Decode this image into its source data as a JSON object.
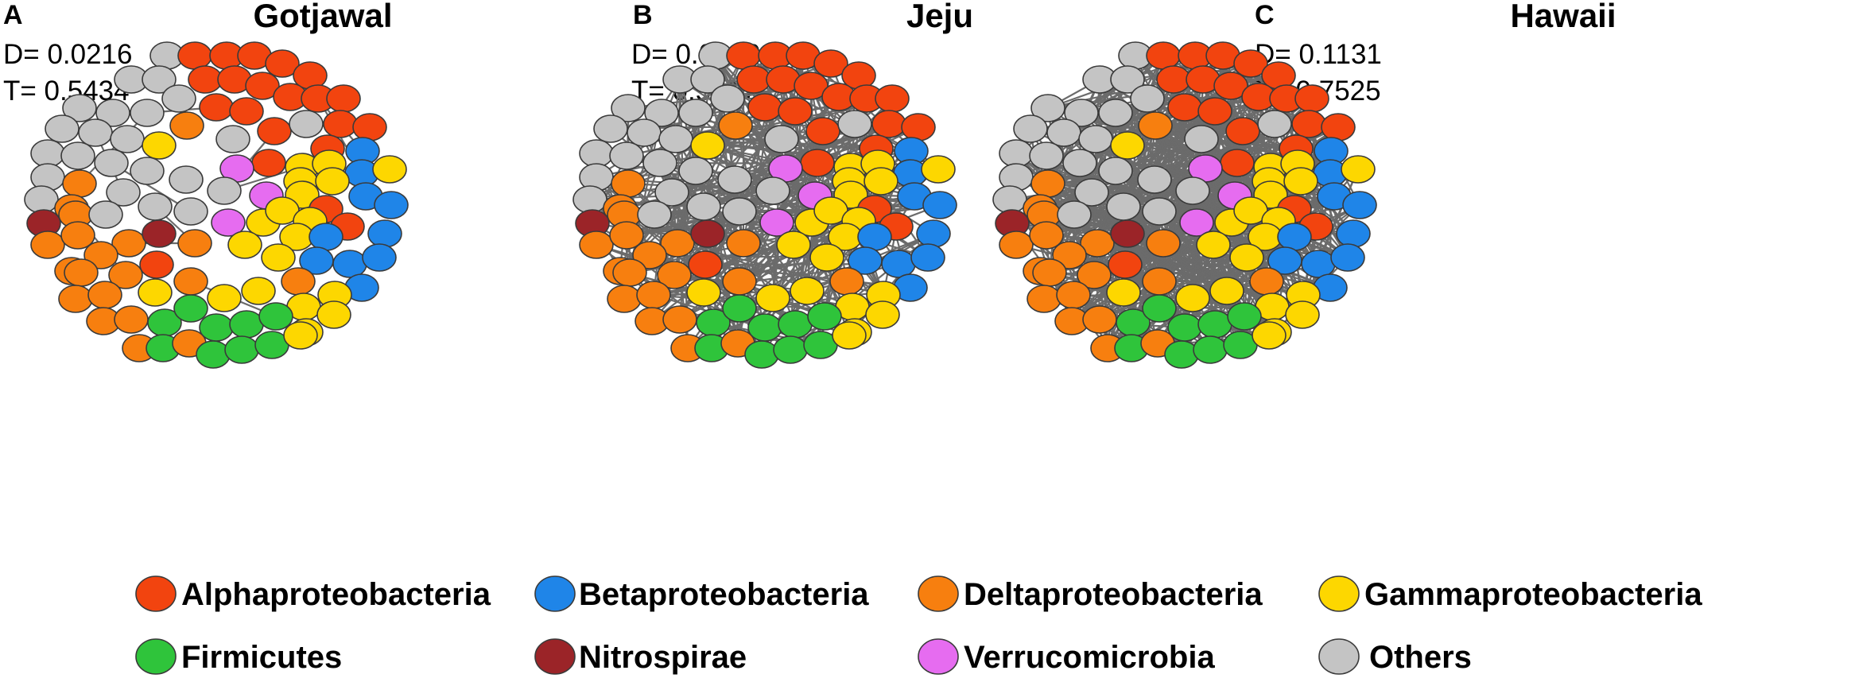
{
  "categories": [
    {
      "key": "alpha",
      "label": "Alphaproteobacteria",
      "color": "#f2440f"
    },
    {
      "key": "beta",
      "label": "Betaproteobacteria",
      "color": "#1f85e8"
    },
    {
      "key": "delta",
      "label": "Deltaproteobacteria",
      "color": "#f77f0f"
    },
    {
      "key": "gamma",
      "label": "Gammaproteobacteria",
      "color": "#fdd700"
    },
    {
      "key": "firm",
      "label": "Firmicutes",
      "color": "#2fc43b"
    },
    {
      "key": "nitro",
      "label": "Nitrospirae",
      "color": "#9b2428"
    },
    {
      "key": "verru",
      "label": "Verrucomicrobia",
      "color": "#e66cf0"
    },
    {
      "key": "other",
      "label": "Others",
      "color": "#c4c4c4"
    }
  ],
  "panels": [
    {
      "id": "gotjawal",
      "letter": "A",
      "title": "Gotjawal",
      "stat_d": "D= 0.0216",
      "stat_t": "T= 0.5434",
      "edges": 70
    },
    {
      "id": "jeju",
      "letter": "B",
      "title": "Jeju",
      "stat_d": "D= 0.0690",
      "stat_t": "T= 0.5817",
      "edges": 420
    },
    {
      "id": "hawaii",
      "letter": "C",
      "title": "Hawaii",
      "stat_d": "D= 0.1131",
      "stat_t": "T= 0.7525",
      "edges": 820
    }
  ]
}
